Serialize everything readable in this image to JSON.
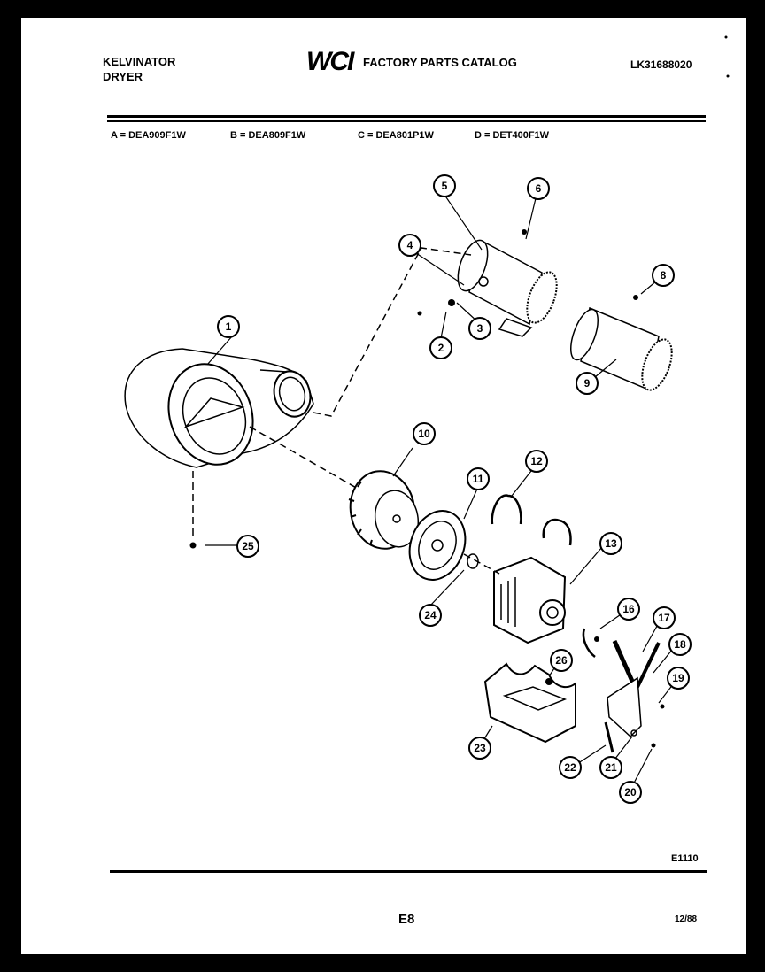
{
  "header": {
    "brand": "KELVINATOR",
    "product": "DRYER",
    "logo_text": "WCI",
    "catalog_title": "FACTORY PARTS CATALOG",
    "catalog_number": "LK31688020"
  },
  "models": [
    {
      "key": "A",
      "model": "DEA909F1W"
    },
    {
      "key": "B",
      "model": "DEA809F1W"
    },
    {
      "key": "C",
      "model": "DEA801P1W"
    },
    {
      "key": "D",
      "model": "DET400F1W"
    }
  ],
  "model_strings": [
    "A = DEA909F1W",
    "B = DEA809F1W",
    "C = DEA801P1W",
    "D = DET400F1W"
  ],
  "callouts": [
    "1",
    "2",
    "3",
    "4",
    "5",
    "6",
    "8",
    "9",
    "10",
    "11",
    "12",
    "13",
    "16",
    "17",
    "18",
    "19",
    "20",
    "21",
    "22",
    "23",
    "24",
    "25",
    "26"
  ],
  "footer": {
    "diagram_code": "E1110",
    "page": "E8",
    "date": "12/88"
  }
}
